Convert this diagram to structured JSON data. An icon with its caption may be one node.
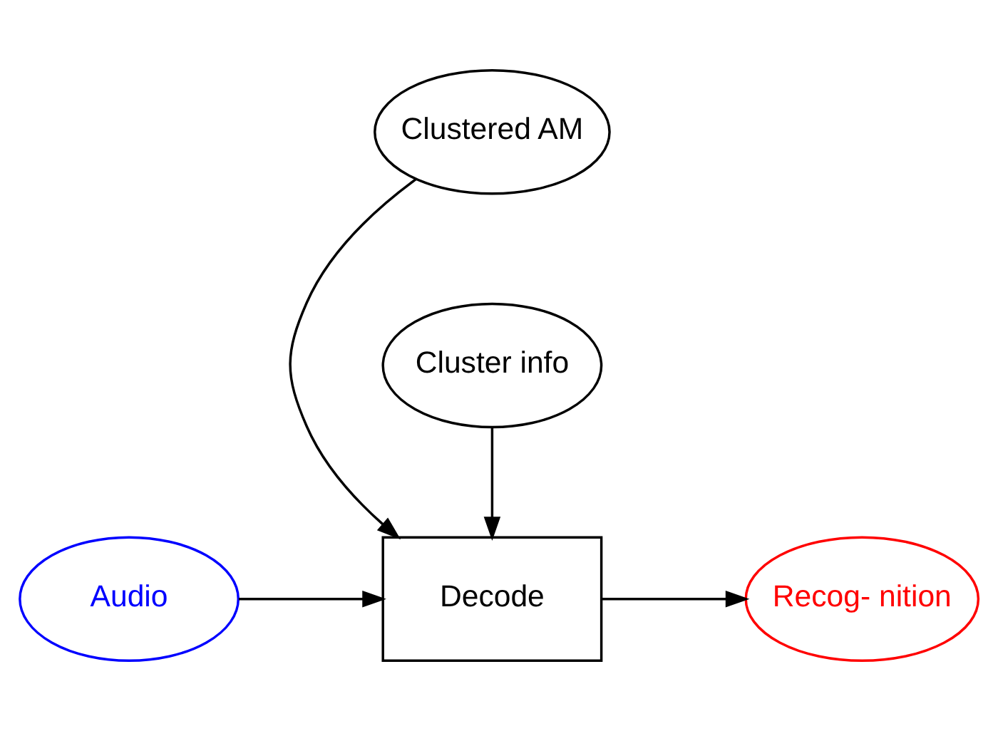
{
  "diagram": {
    "nodes": [
      {
        "text": [
          "Clustered AM"
        ]
      },
      {
        "text": [
          "Audio"
        ]
      },
      {
        "text": [
          "Decode"
        ]
      },
      {
        "text": [
          "Recog- nition"
        ]
      },
      {
        "text": [
          "Cluster info"
        ]
      }
    ],
    "edges": [
      {
        "from": 0,
        "to": 2,
        "arrow": "to"
      },
      {
        "from": 1,
        "to": 2,
        "arrow": "to"
      },
      {
        "from": 2,
        "to": 3,
        "arrow": "to"
      },
      {
        "from": 4,
        "to": 2,
        "arrow": "to"
      }
    ]
  }
}
